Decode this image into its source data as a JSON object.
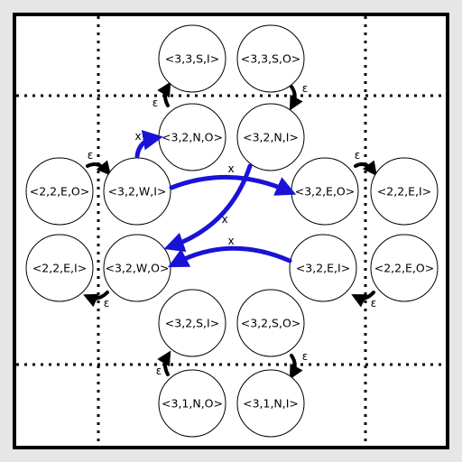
{
  "diagram": {
    "nodes": [
      {
        "id": "n_33SI",
        "label": "<3,3,S,I>"
      },
      {
        "id": "n_33SO",
        "label": "<3,3,S,O>"
      },
      {
        "id": "n_32NO",
        "label": "<3,2,N,O>"
      },
      {
        "id": "n_32NI",
        "label": "<3,2,N,I>"
      },
      {
        "id": "n_22EO",
        "label": "<2,2,E,O>"
      },
      {
        "id": "n_32WI",
        "label": "<3,2,W,I>"
      },
      {
        "id": "n_32EO",
        "label": "<3,2,E,O>"
      },
      {
        "id": "n_22EI_r",
        "label": "<2,2,E,I>"
      },
      {
        "id": "n_22EI_l",
        "label": "<2,2,E,I>"
      },
      {
        "id": "n_32WO",
        "label": "<3,2,W,O>"
      },
      {
        "id": "n_32EI",
        "label": "<3,2,E,I>"
      },
      {
        "id": "n_22EO_r",
        "label": "<2,2,E,O>"
      },
      {
        "id": "n_32SI",
        "label": "<3,2,S,I>"
      },
      {
        "id": "n_32SO",
        "label": "<3,2,S,O>"
      },
      {
        "id": "n_31NO",
        "label": "<3,1,N,O>"
      },
      {
        "id": "n_31NI",
        "label": "<3,1,N,I>"
      }
    ],
    "epsilon_transitions": [
      {
        "from": "n_32NO",
        "to": "n_33SI",
        "label": "ε"
      },
      {
        "from": "n_33SO",
        "to": "n_32NI",
        "label": "ε"
      },
      {
        "from": "n_22EO",
        "to": "n_32WI",
        "label": "ε"
      },
      {
        "from": "n_32EO",
        "to": "n_22EI_r",
        "label": "ε"
      },
      {
        "from": "n_32WO",
        "to": "n_22EI_l",
        "label": "ε"
      },
      {
        "from": "n_22EO_r",
        "to": "n_32EI",
        "label": "ε"
      },
      {
        "from": "n_31NO",
        "to": "n_32SI",
        "label": "ε"
      },
      {
        "from": "n_32SO",
        "to": "n_31NI",
        "label": "ε"
      }
    ],
    "x_transitions": [
      {
        "from": "n_32WI",
        "to": "n_32NO",
        "label": "x"
      },
      {
        "from": "n_32WI",
        "to": "n_32EO",
        "label": "x"
      },
      {
        "from": "n_32NI",
        "to": "n_32WO",
        "label": "x"
      },
      {
        "from": "n_32EI",
        "to": "n_32WO",
        "label": "x"
      }
    ],
    "colors": {
      "x_transition": "#1a12d6",
      "epsilon_transition": "#000000",
      "border": "#000000",
      "grid": "#000000"
    }
  }
}
